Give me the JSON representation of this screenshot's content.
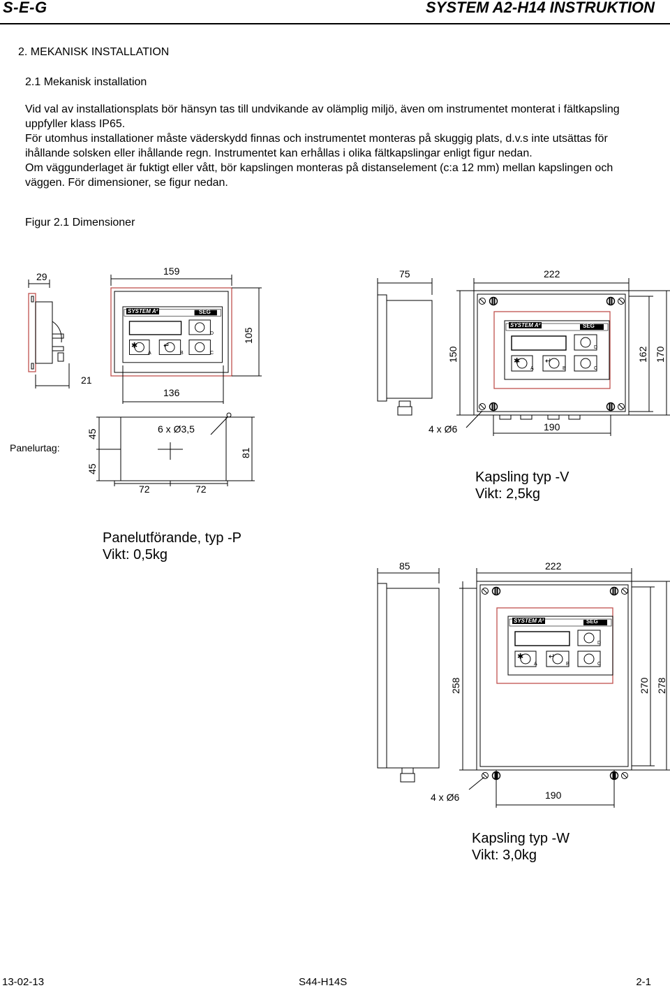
{
  "header": {
    "left": "S-E-G",
    "right": "SYSTEM A2-H14 INSTRUKTION"
  },
  "section_title": "2.   MEKANISK INSTALLATION",
  "subsection_title": "2.1 Mekanisk installation",
  "body_lines": [
    "Vid val av installationsplats bör hänsyn tas till undvikande av olämplig miljö, även om instrumentet monterat i fältkapsling uppfyller klass IP65.",
    "För utomhus installationer måste väderskydd finnas och instrumentet monteras på skuggig plats, d.v.s inte utsättas för ihållande solsken eller ihållande regn. Instrumentet kan erhållas i olika fältkapslingar enligt figur nedan.",
    "Om väggunderlaget är fuktigt eller vått, bör kapslingen monteras på distanselement (c:a 12 mm) mellan kapslingen och väggen. För dimensioner, se figur nedan."
  ],
  "figure_caption": "Figur 2.1 Dimensioner",
  "panel": {
    "dim_depth": "29",
    "dim_width": "159",
    "dim_height": "105",
    "dim_front": "21",
    "cutout_width": "136",
    "label_cutout": "Panelurtag:",
    "dim_45_top": "45",
    "dim_45_bottom": "45",
    "holes": "6 x Ø3,5",
    "dim_81": "81",
    "dim_72_left": "72",
    "dim_72_right": "72",
    "title": "Panelutförande, typ -P",
    "weight": "Vikt: 0,5kg"
  },
  "device": {
    "brand": "SYSTEM A²",
    "logo": "SEG",
    "key_a_symbol": "✱",
    "key_b_symbol": "↵",
    "keys": [
      "A",
      "B",
      "C",
      "D"
    ]
  },
  "enclosure_v": {
    "dim_depth": "75",
    "dim_width": "222",
    "dim_150": "150",
    "dim_162": "162",
    "dim_170": "170",
    "holes": "4 x Ø6",
    "dim_190": "190",
    "title": "Kapsling typ -V",
    "weight": "Vikt: 2,5kg"
  },
  "enclosure_w": {
    "dim_depth": "85",
    "dim_width": "222",
    "dim_258": "258",
    "dim_270": "270",
    "dim_278": "278",
    "holes": "4 x Ø6",
    "dim_190": "190",
    "title": "Kapsling typ -W",
    "weight": "Vikt: 3,0kg"
  },
  "footer": {
    "date": "13-02-13",
    "doc": "S44-H14S",
    "page": "2-1"
  },
  "colors": {
    "panel_outline": "#c0504d",
    "line": "#000000"
  }
}
